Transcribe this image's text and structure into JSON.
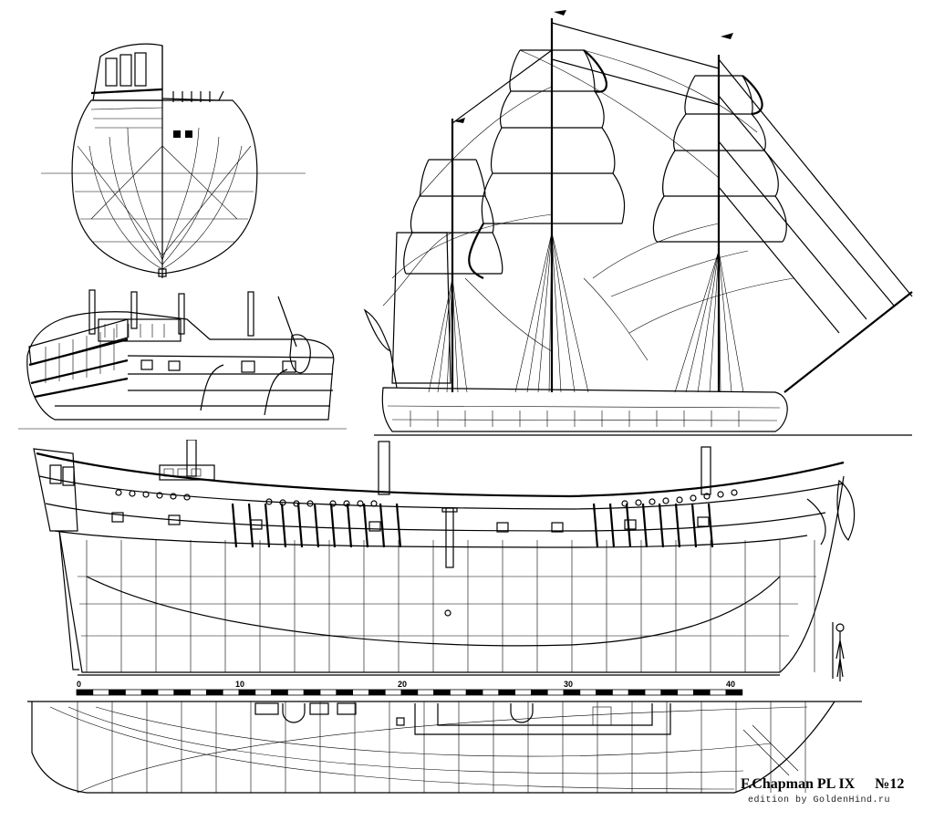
{
  "caption": {
    "title": "F.Chapman PL IX",
    "number": "№12",
    "edition": "edition by GoldenHind.ru"
  },
  "scale_bar": {
    "labels": [
      "0",
      "10",
      "20",
      "30",
      "40"
    ]
  },
  "colors": {
    "ink": "#000000",
    "paper": "#ffffff"
  }
}
